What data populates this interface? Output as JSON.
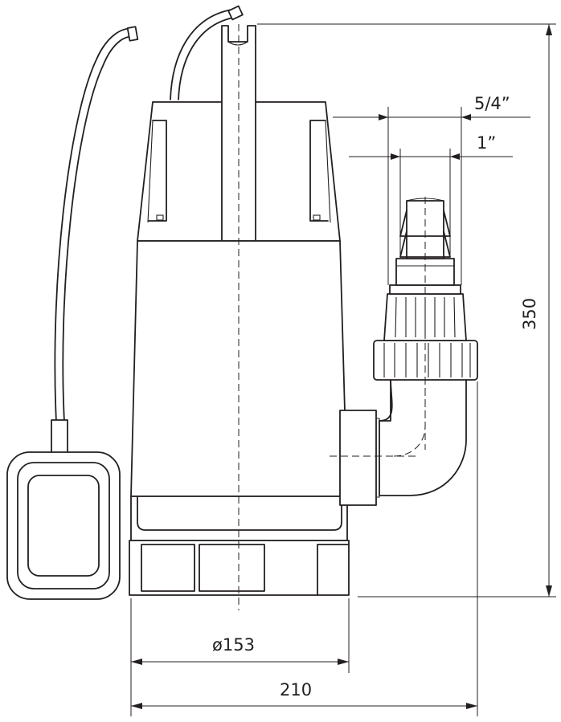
{
  "dimensions": {
    "outlet_outer": "5/4”",
    "outlet_inner": "1”",
    "height": "350",
    "housing_diameter": "ø153",
    "overall_width": "210"
  },
  "colors": {
    "line": "#231f20",
    "background": "#ffffff"
  }
}
